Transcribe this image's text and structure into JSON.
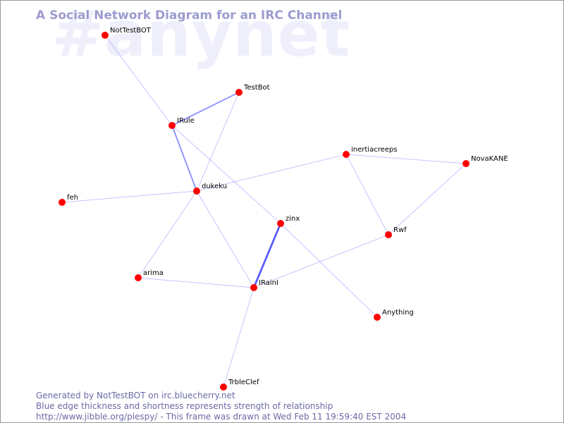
{
  "watermark": "#anynet",
  "title": "A Social Network Diagram for an IRC Channel",
  "footer": {
    "line1": "Generated by NotTestBOT on irc.bluecherry.net",
    "line2": "Blue edge thickness and shortness represents strength of relationship",
    "line3": "http://www.jibble.org/piespy/ - This frame was drawn at Wed Feb 11 19:59:40 EST 2004"
  },
  "colors": {
    "node": "#ff0000",
    "edge": "#0000ff",
    "title": "#9c9cd0",
    "footer": "#6a6aa6",
    "watermark": "#efeffc"
  },
  "nodes": [
    {
      "id": "NotTestBOT",
      "label": "NotTestBOT"
    },
    {
      "id": "TestBot",
      "label": "TestBot"
    },
    {
      "id": "IRule",
      "label": "IRule"
    },
    {
      "id": "inertiacreeps",
      "label": "inertiacreeps"
    },
    {
      "id": "NovaKANE",
      "label": "NovaKANE"
    },
    {
      "id": "dukeku",
      "label": "dukeku"
    },
    {
      "id": "feh",
      "label": "feh"
    },
    {
      "id": "zinx",
      "label": "zinx"
    },
    {
      "id": "Rwf",
      "label": "Rwf"
    },
    {
      "id": "arima",
      "label": "arima"
    },
    {
      "id": "IRainI",
      "label": "IRainI"
    },
    {
      "id": "Anything",
      "label": "Anything"
    },
    {
      "id": "TrbleClef",
      "label": "TrbleClef"
    }
  ],
  "edges": [
    {
      "source": "NotTestBOT",
      "target": "IRule",
      "strength": 1
    },
    {
      "source": "IRule",
      "target": "TestBot",
      "strength": 2
    },
    {
      "source": "IRule",
      "target": "dukeku",
      "strength": 2
    },
    {
      "source": "IRule",
      "target": "zinx",
      "strength": 1
    },
    {
      "source": "TestBot",
      "target": "dukeku",
      "strength": 1
    },
    {
      "source": "dukeku",
      "target": "feh",
      "strength": 1
    },
    {
      "source": "dukeku",
      "target": "inertiacreeps",
      "strength": 1
    },
    {
      "source": "dukeku",
      "target": "arima",
      "strength": 1
    },
    {
      "source": "dukeku",
      "target": "IRainI",
      "strength": 1
    },
    {
      "source": "inertiacreeps",
      "target": "NovaKANE",
      "strength": 1
    },
    {
      "source": "inertiacreeps",
      "target": "Rwf",
      "strength": 1
    },
    {
      "source": "NovaKANE",
      "target": "Rwf",
      "strength": 1
    },
    {
      "source": "zinx",
      "target": "IRainI",
      "strength": 3
    },
    {
      "source": "zinx",
      "target": "Anything",
      "strength": 1
    },
    {
      "source": "Rwf",
      "target": "IRainI",
      "strength": 1
    },
    {
      "source": "arima",
      "target": "IRainI",
      "strength": 1
    },
    {
      "source": "IRainI",
      "target": "TrbleClef",
      "strength": 1
    }
  ]
}
